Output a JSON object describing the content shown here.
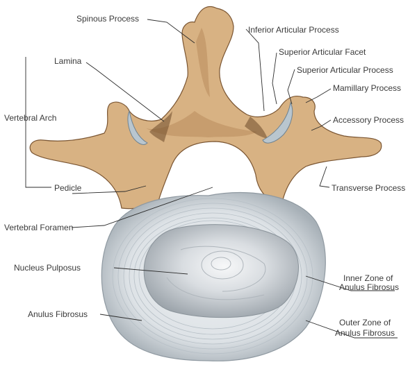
{
  "labels": {
    "spinous_process": "Spinous Process",
    "inferior_articular_process": "Inferior Articular Process",
    "superior_articular_facet": "Superior Articular Facet",
    "superior_articular_process": "Superior Articular Process",
    "mamillary_process": "Mamillary Process",
    "accessory_process": "Accessory Process",
    "transverse_process": "Transverse Process",
    "lamina": "Lamina",
    "vertebral_arch": "Vertebral Arch",
    "pedicle": "Pedicle",
    "vertebral_foramen": "Vertebral Foramen",
    "nucleus_pulposus": "Nucleus Pulposus",
    "anulus_fibrosus": "Anulus Fibrosus",
    "inner_zone_line1": "Inner Zone of",
    "inner_zone_line2": "Anulus Fibrosus",
    "outer_zone_line1": "Outer Zone of",
    "outer_zone_line2": "Anulus Fibrosus"
  },
  "colors": {
    "bone": "#d8b283",
    "cartilage": "#b9c6cf",
    "disc_outer": "#dfe4e8",
    "nucleus": "#c9cdd1"
  }
}
